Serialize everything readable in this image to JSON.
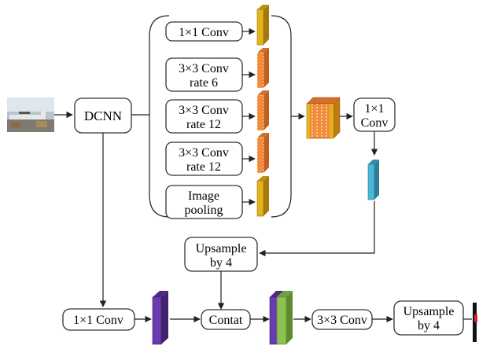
{
  "diagram": {
    "colors": {
      "gold": "#e3b21c",
      "orange": "#f28c38",
      "cyan": "#4bb6d6",
      "purple": "#6a3bb0",
      "green": "#8cc152",
      "red": "#d92027"
    },
    "nodes": {
      "dcnn": "DCNN",
      "conv1x1_aspp": "1×1 Conv",
      "conv3x3_rate6": [
        "3×3 Conv",
        "rate 6"
      ],
      "conv3x3_rate12_a": [
        "3×3 Conv",
        "rate 12"
      ],
      "conv3x3_rate12_b": [
        "3×3 Conv",
        "rate 12"
      ],
      "image_pooling": [
        "Image",
        "pooling"
      ],
      "conv1x1_fuse": [
        "1×1",
        "Conv"
      ],
      "upsample_by4_mid": [
        "Upsample",
        "by 4"
      ],
      "conv1x1_low": "1×1 Conv",
      "contat": "Contat",
      "conv3x3_dec": "3×3 Conv",
      "upsample_by4_out": [
        "Upsample",
        "by 4"
      ]
    }
  }
}
